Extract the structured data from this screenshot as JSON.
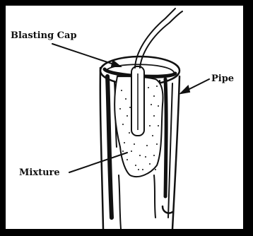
{
  "labels": {
    "blasting_cap": "Blasting Cap",
    "pipe": "Pipe",
    "mixture": "Mixture"
  },
  "colors": {
    "ink": "#111111",
    "paper": "#ffffff",
    "border": "#000000"
  }
}
